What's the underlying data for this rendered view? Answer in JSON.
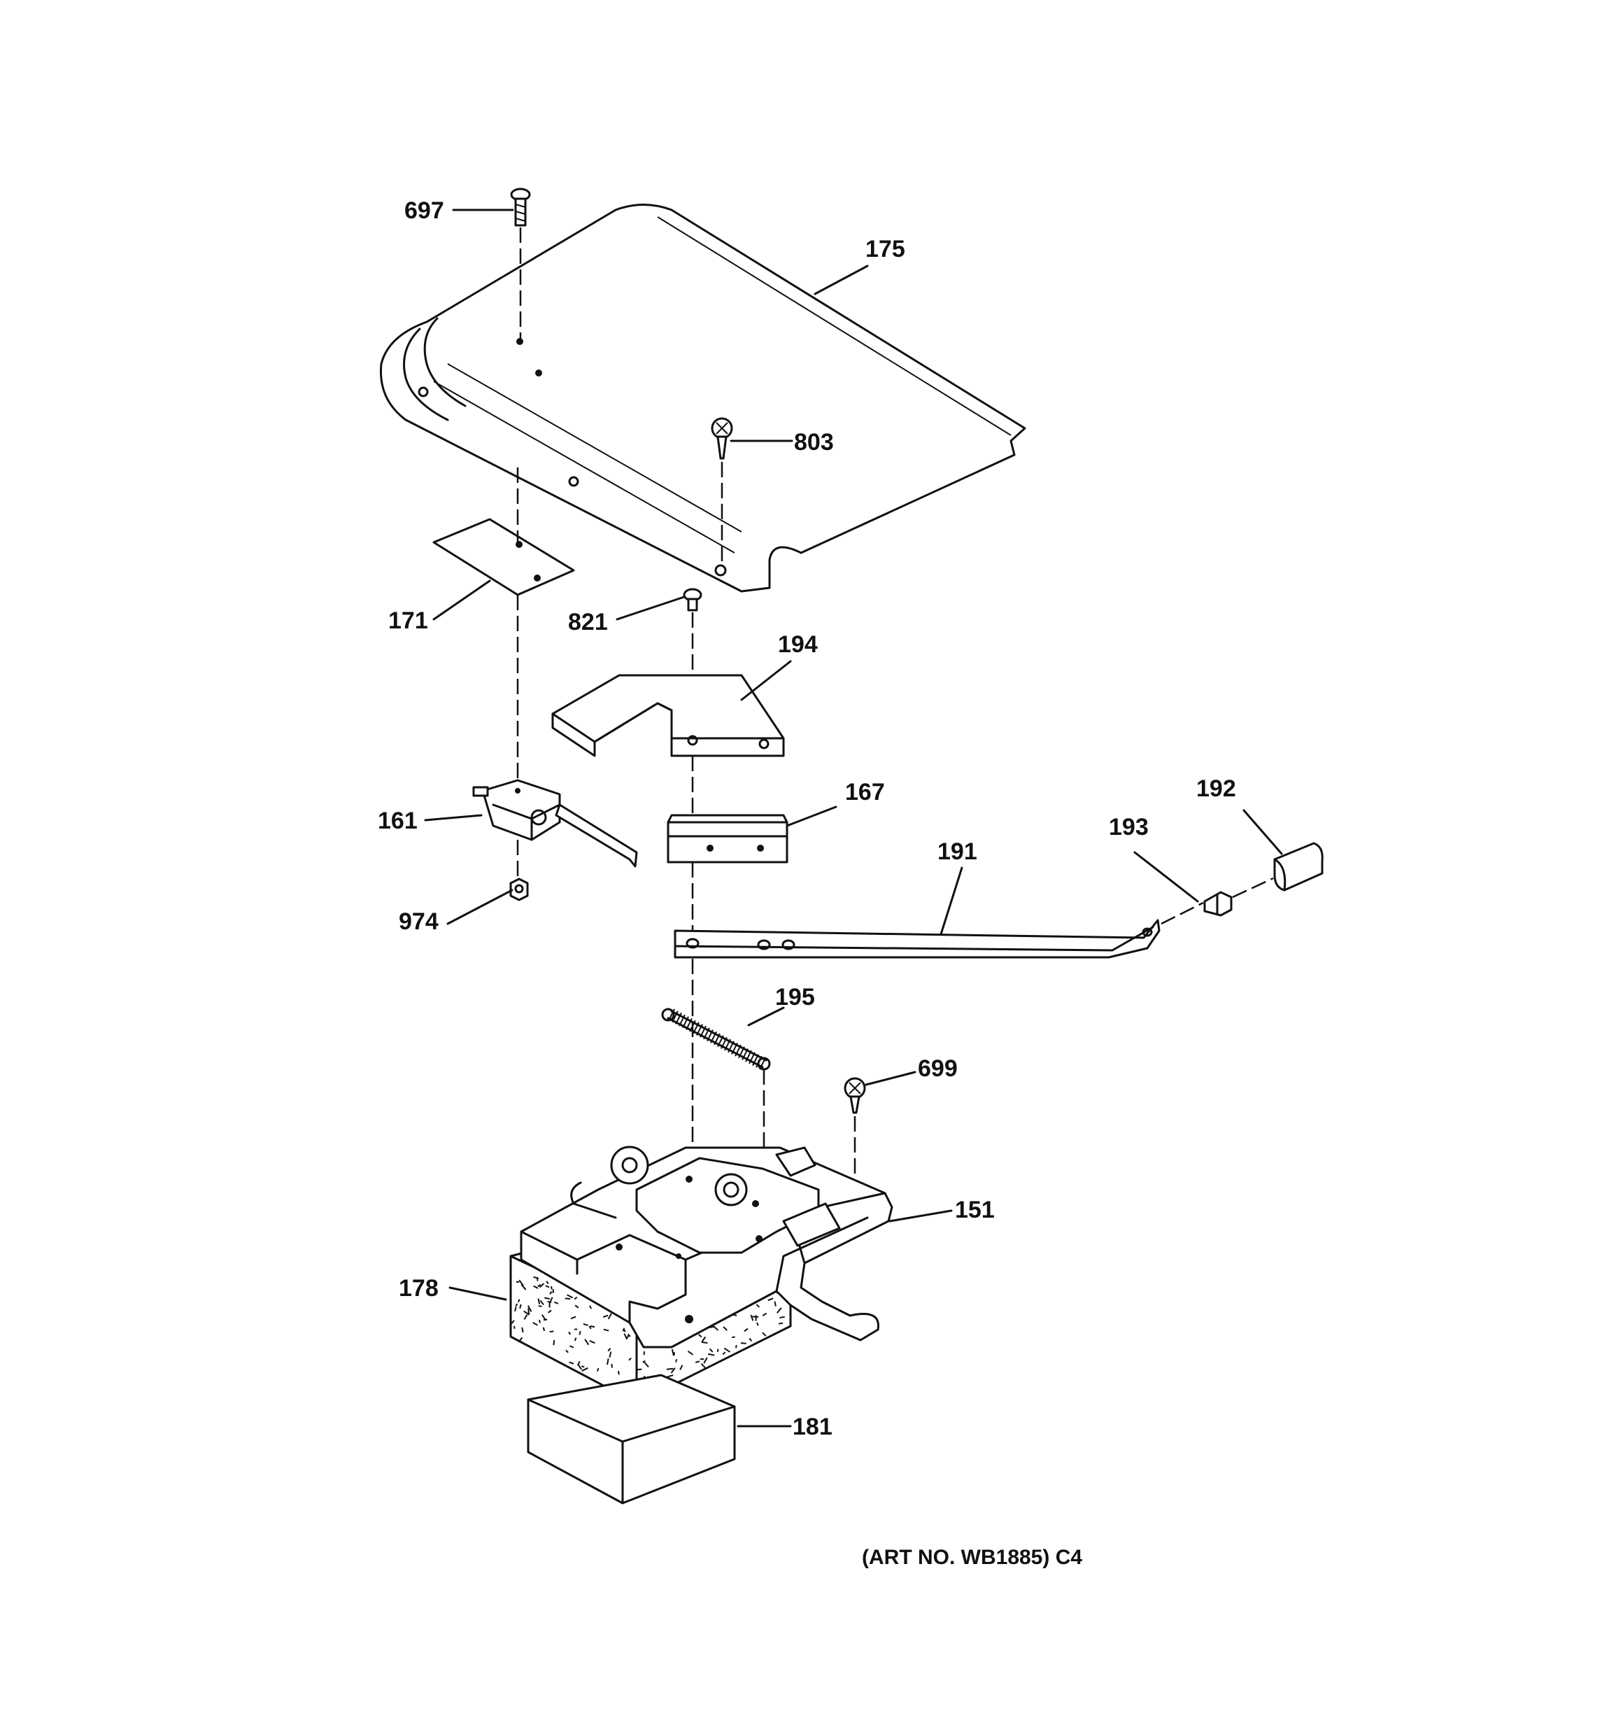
{
  "callouts": [
    {
      "id": "697",
      "text": "697"
    },
    {
      "id": "175",
      "text": "175"
    },
    {
      "id": "803",
      "text": "803"
    },
    {
      "id": "171",
      "text": "171"
    },
    {
      "id": "821",
      "text": "821"
    },
    {
      "id": "194",
      "text": "194"
    },
    {
      "id": "161",
      "text": "161"
    },
    {
      "id": "167",
      "text": "167"
    },
    {
      "id": "192",
      "text": "192"
    },
    {
      "id": "193",
      "text": "193"
    },
    {
      "id": "191",
      "text": "191"
    },
    {
      "id": "974",
      "text": "974"
    },
    {
      "id": "195",
      "text": "195"
    },
    {
      "id": "699",
      "text": "699"
    },
    {
      "id": "151",
      "text": "151"
    },
    {
      "id": "178",
      "text": "178"
    },
    {
      "id": "181",
      "text": "181"
    }
  ],
  "caption": "(ART NO. WB1885) C4",
  "colors": {
    "ink": "#111111",
    "paper": "#ffffff"
  }
}
